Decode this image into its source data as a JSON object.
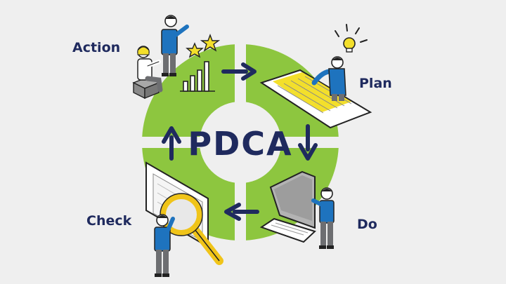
{
  "diagram": {
    "center_label": "PDCA",
    "stages": [
      {
        "id": "plan",
        "label": "Plan"
      },
      {
        "id": "do",
        "label": "Do"
      },
      {
        "id": "check",
        "label": "Check"
      },
      {
        "id": "action",
        "label": "Action"
      }
    ],
    "colors": {
      "ring": "#8dc63f",
      "background": "#efefef",
      "arrow": "#1f2a5e",
      "text": "#1f2a5e",
      "figure_shirt": "#1e73be",
      "figure_pants": "#6d6e71",
      "highlight": "#f3df2b",
      "lens_ring": "#f0c419"
    },
    "icons": [
      "bar-chart-icon",
      "star-icon",
      "lightbulb-icon",
      "laptop-icon",
      "magnifying-glass-icon",
      "document-icon",
      "person-icon"
    ]
  }
}
